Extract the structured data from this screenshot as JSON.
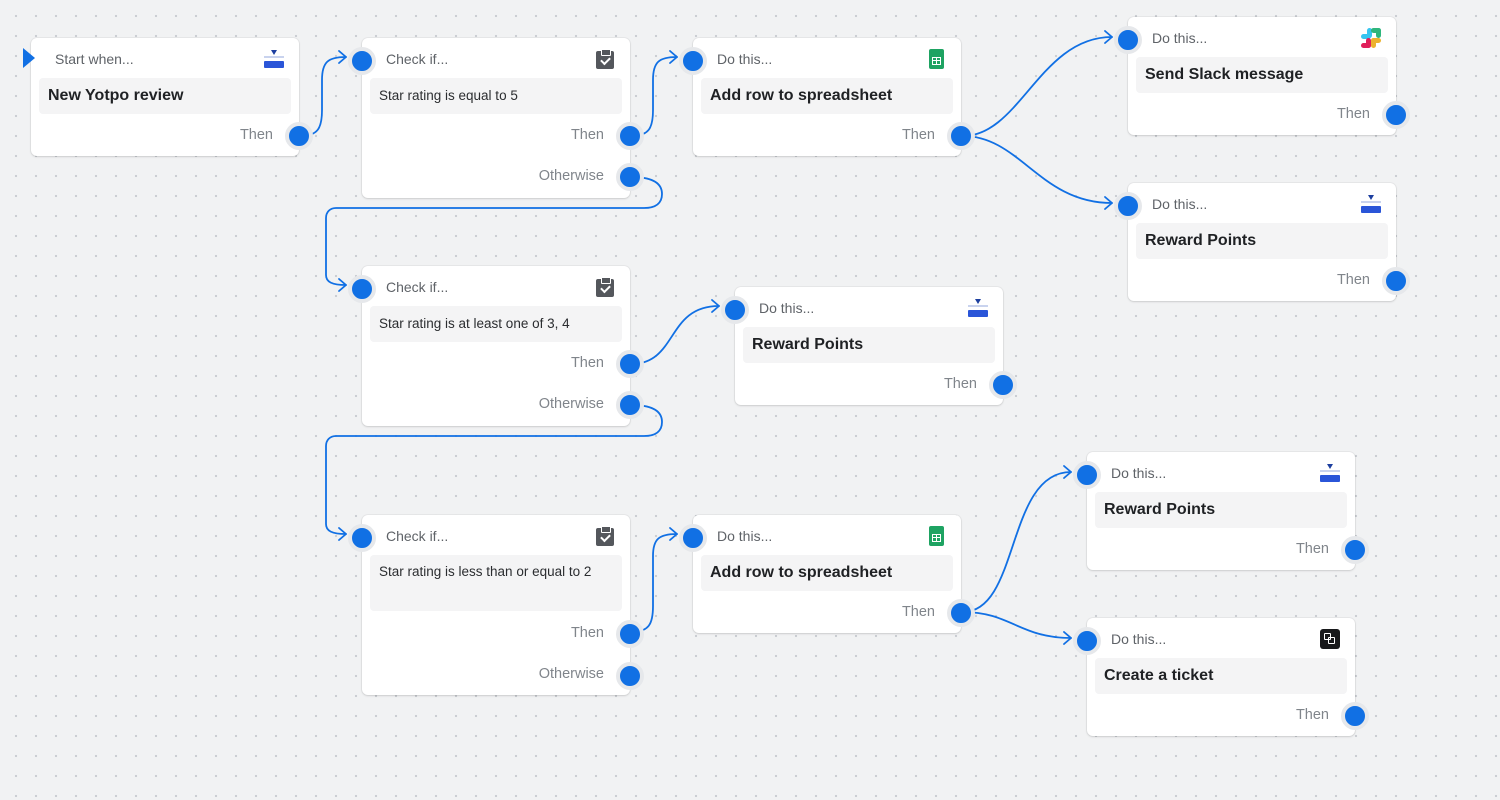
{
  "nodes": {
    "start": {
      "head": "Start when...",
      "title": "New Yotpo review",
      "then": "Then"
    },
    "check1": {
      "head": "Check if...",
      "condition": "Star rating is equal to 5",
      "then": "Then",
      "otherwise": "Otherwise"
    },
    "do_sheet1": {
      "head": "Do this...",
      "title": "Add row to spreadsheet",
      "then": "Then"
    },
    "do_slack": {
      "head": "Do this...",
      "title": "Send Slack message",
      "then": "Then"
    },
    "do_reward1": {
      "head": "Do this...",
      "title": "Reward Points",
      "then": "Then"
    },
    "check2": {
      "head": "Check if...",
      "condition": "Star rating is at least one of 3, 4",
      "then": "Then",
      "otherwise": "Otherwise"
    },
    "do_reward2": {
      "head": "Do this...",
      "title": "Reward Points",
      "then": "Then"
    },
    "check3": {
      "head": "Check if...",
      "condition": "Star rating is less than or equal to 2",
      "then": "Then",
      "otherwise": "Otherwise"
    },
    "do_sheet2": {
      "head": "Do this...",
      "title": "Add row to spreadsheet",
      "then": "Then"
    },
    "do_reward3": {
      "head": "Do this...",
      "title": "Reward Points",
      "then": "Then"
    },
    "do_ticket": {
      "head": "Do this...",
      "title": "Create a ticket",
      "then": "Then"
    }
  },
  "icons": {
    "start": "yotpo-icon",
    "check": "clipboard-check-icon",
    "sheet": "google-sheets-icon",
    "slack": "slack-icon",
    "reward": "yotpo-icon",
    "ticket": "ticket-icon"
  },
  "colors": {
    "accent": "#1170e4",
    "canvas": "#f1f2f3",
    "sheets_green": "#1ea362",
    "yotpo_blue": "#2a55d8"
  }
}
